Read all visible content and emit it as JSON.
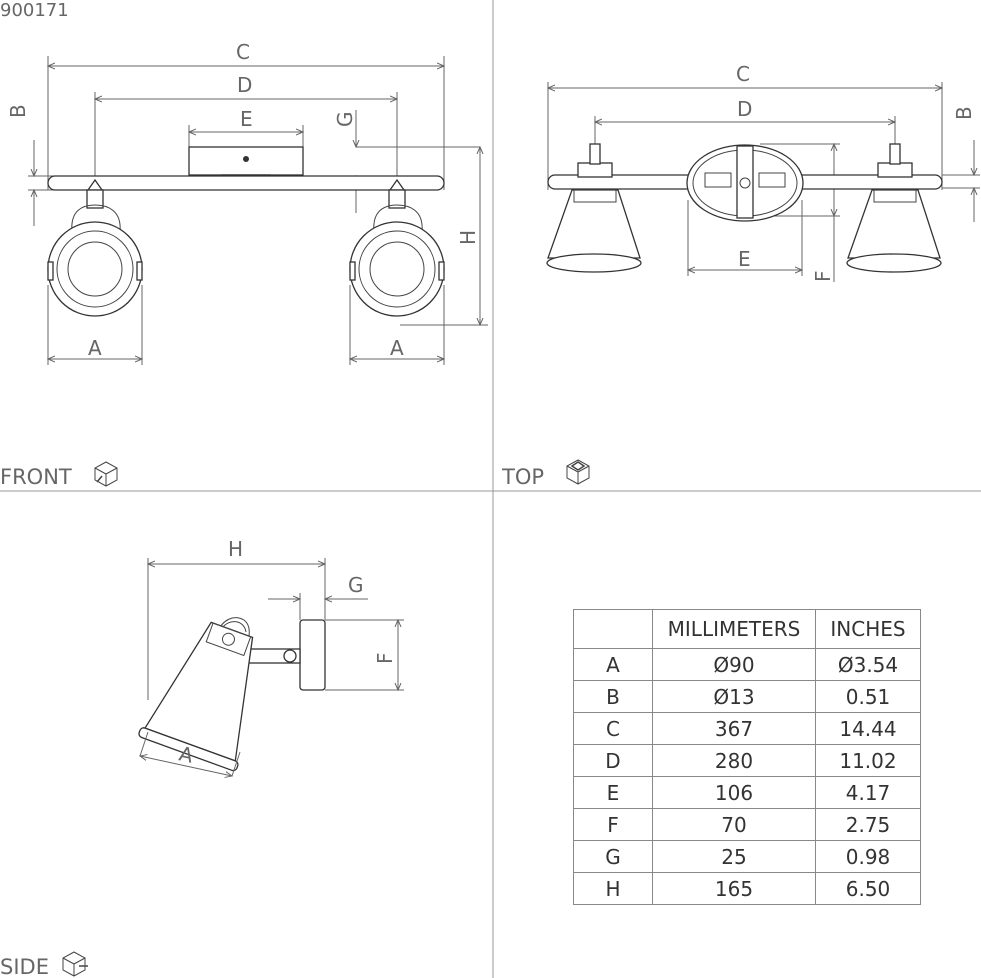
{
  "model_number": "900171",
  "views": {
    "front": "FRONT",
    "top": "TOP",
    "side": "SIDE"
  },
  "dimension_letters": {
    "a": "A",
    "b": "B",
    "c": "C",
    "d": "D",
    "e": "E",
    "f": "F",
    "g": "G",
    "h": "H"
  },
  "icons": {
    "front": "cube-front-view-icon",
    "top": "cube-top-view-icon",
    "side": "cube-side-view-icon"
  },
  "table": {
    "headers": [
      "",
      "MILLIMETERS",
      "INCHES"
    ],
    "rows": [
      [
        "A",
        "Ø90",
        "Ø3.54"
      ],
      [
        "B",
        "Ø13",
        "0.51"
      ],
      [
        "C",
        "367",
        "14.44"
      ],
      [
        "D",
        "280",
        "11.02"
      ],
      [
        "E",
        "106",
        "4.17"
      ],
      [
        "F",
        "70",
        "2.75"
      ],
      [
        "G",
        "25",
        "0.98"
      ],
      [
        "H",
        "165",
        "6.50"
      ]
    ]
  }
}
